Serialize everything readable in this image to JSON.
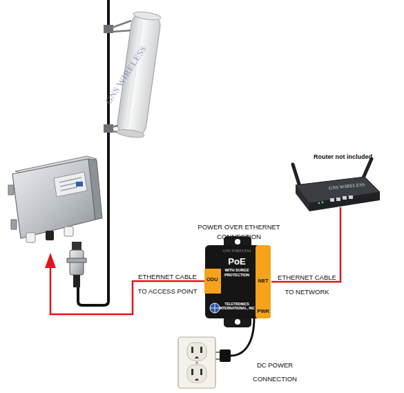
{
  "diagram": {
    "nodes": [
      {
        "text": [
          "Router not included"
        ]
      },
      {
        "text": [
          "POWER OVER ETHERNET CONNECTION",
          "GNS WIRELESS",
          "ODU",
          "PoE",
          "WITH SURGE PROTECTION",
          "NET",
          "PWR",
          "TELETRONICS INTERNATIONAL, INC"
        ]
      }
    ],
    "edges": [
      {
        "from": 1,
        "to": 0,
        "arrow": "none",
        "label": "ETHERNET CABLE TO NETWORK"
      }
    ],
    "labels": [
      "GNS WIRELESS",
      "GNS WIRELESS",
      "ETHERNET CABLE TO ACCESS POINT",
      "DC POWER CONNECTION"
    ]
  }
}
